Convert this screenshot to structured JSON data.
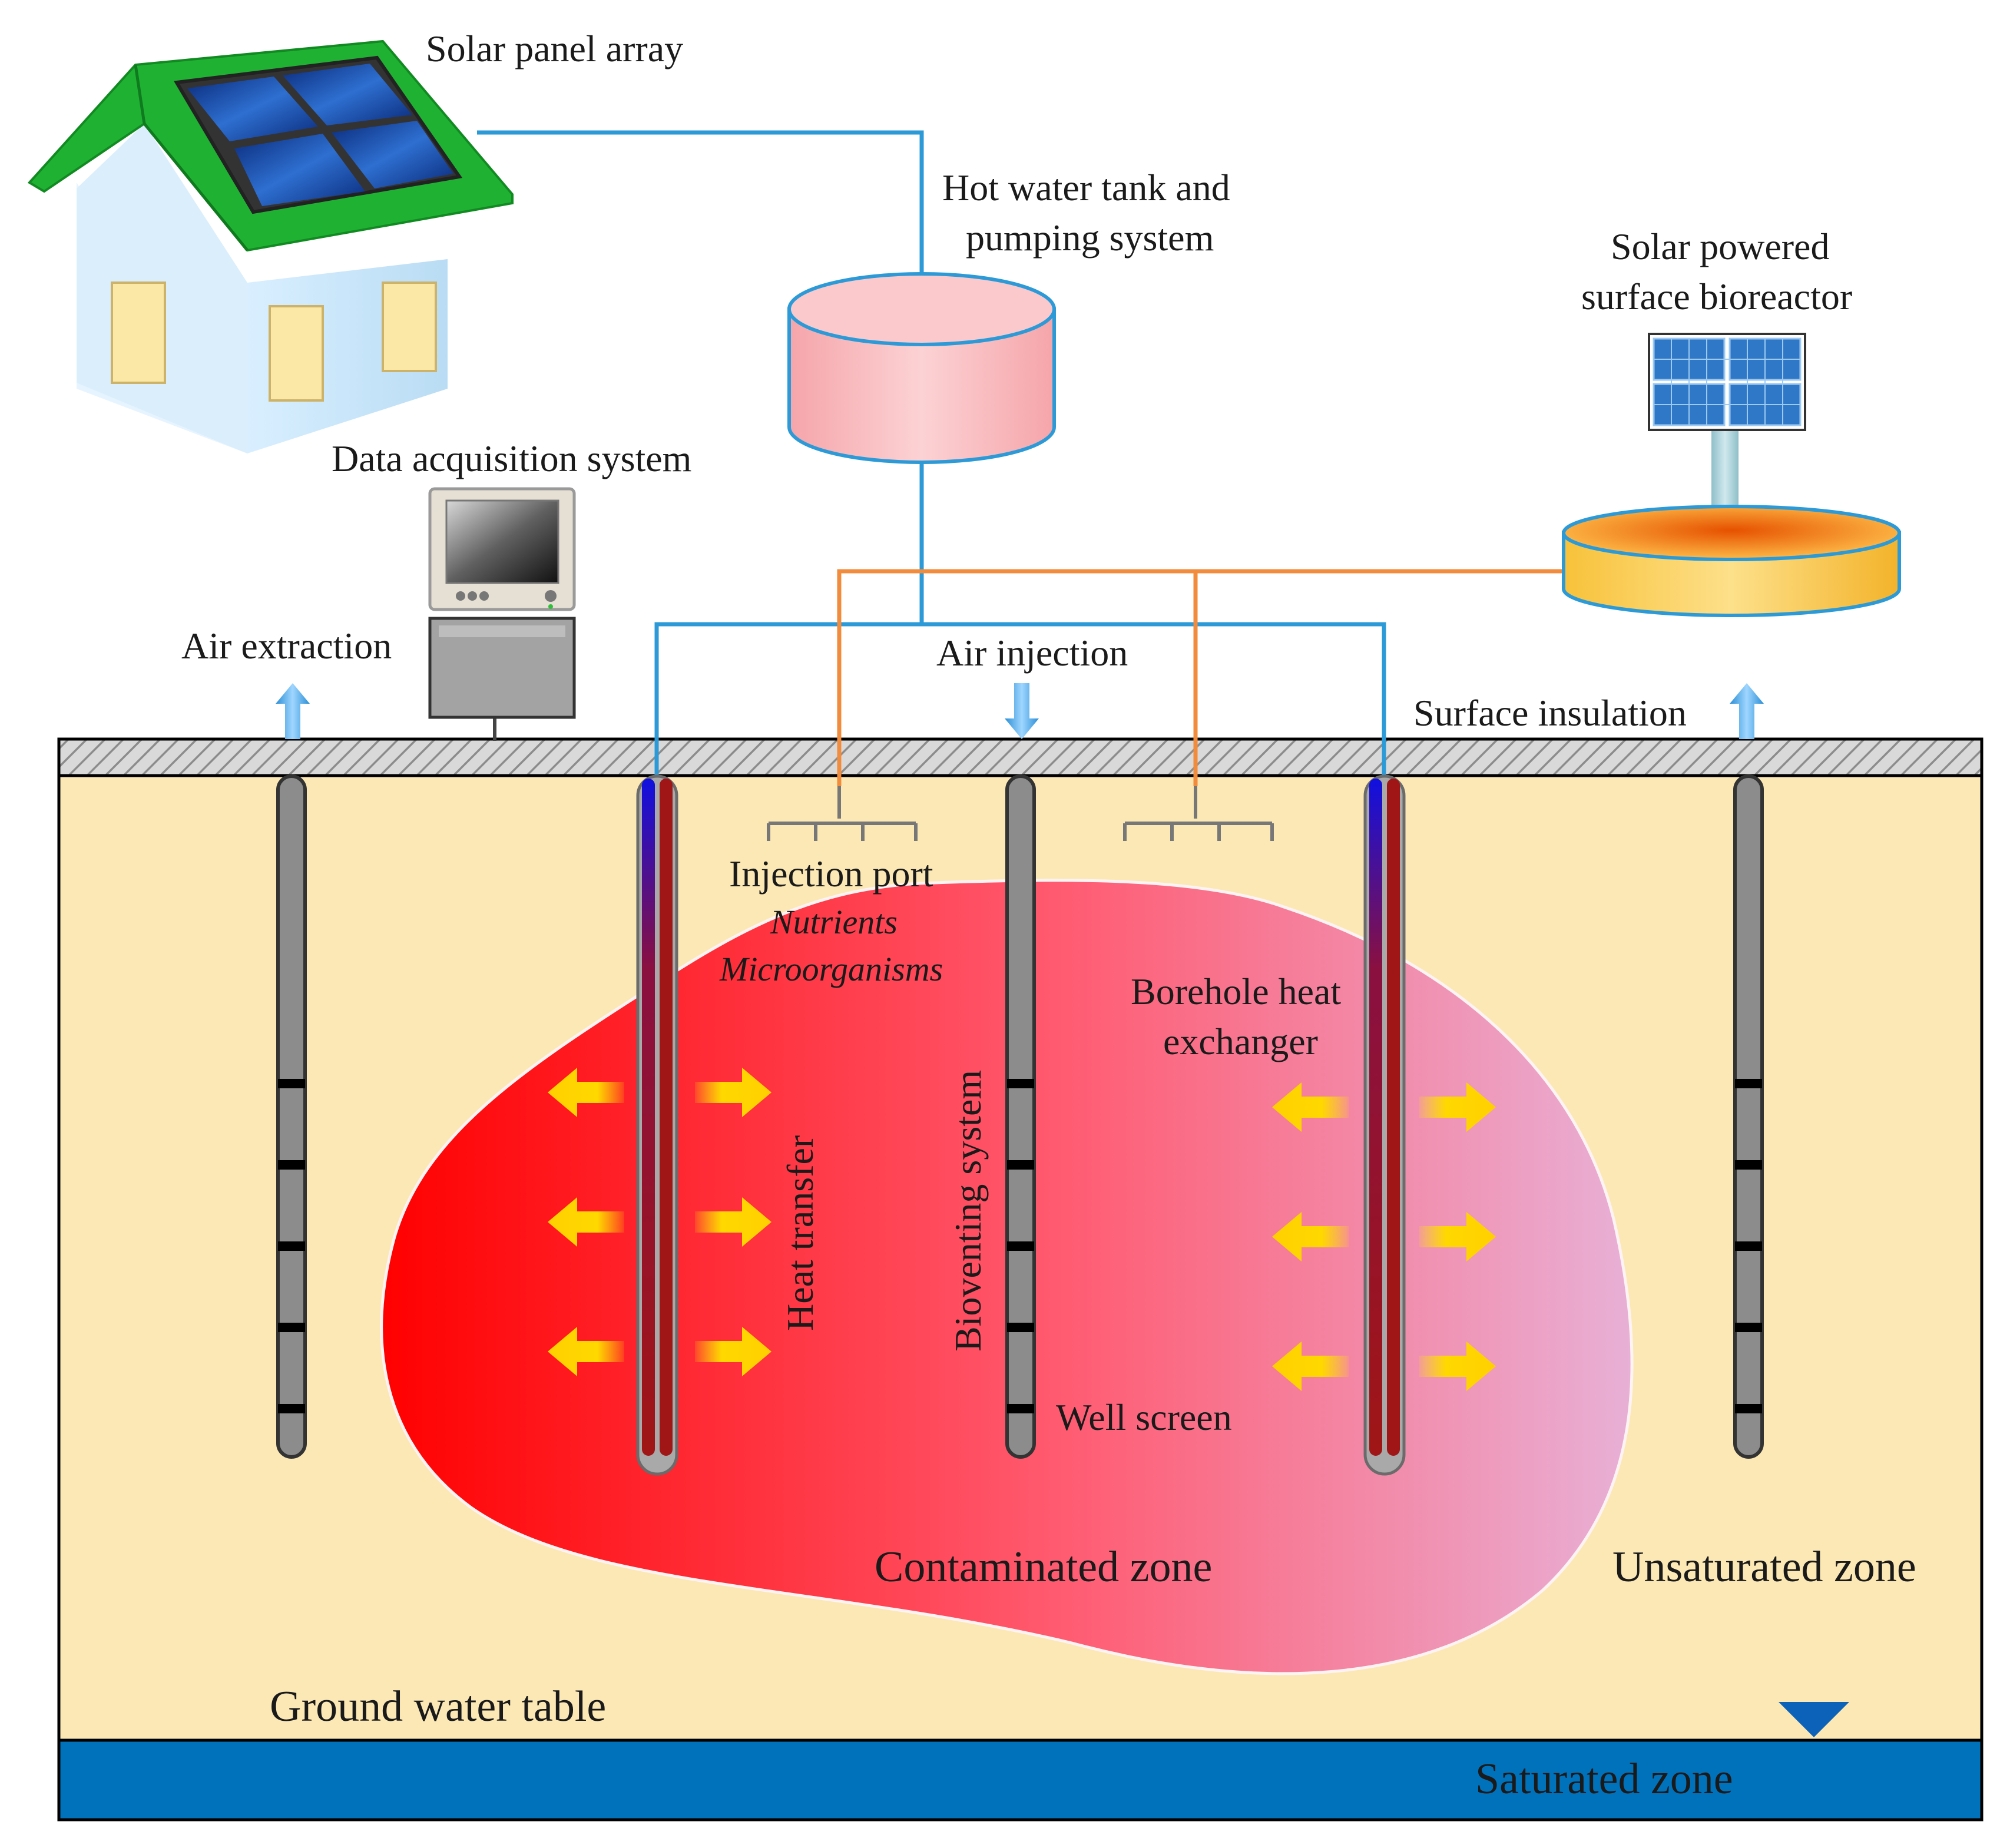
{
  "labels": {
    "solar_panel_array": "Solar panel array",
    "hot_water_tank_line1": "Hot water tank and",
    "hot_water_tank_line2": "pumping system",
    "bioreactor_line1": "Solar powered",
    "bioreactor_line2": "surface bioreactor",
    "data_acquisition": "Data acquisition system",
    "air_extraction": "Air extraction",
    "air_injection": "Air injection",
    "surface_insulation": "Surface insulation",
    "injection_port": "Injection port",
    "nutrients": "Nutrients",
    "microorganisms": "Microorganisms",
    "borehole_line1": "Borehole heat",
    "borehole_line2": "exchanger",
    "heat_transfer": "Heat transfer",
    "bioventing_system": "Bioventing system",
    "well_screen": "Well screen",
    "contaminated_zone": "Contaminated zone",
    "unsaturated_zone": "Unsaturated zone",
    "ground_water_table": "Ground water table",
    "saturated_zone": "Saturated zone"
  },
  "colors": {
    "soil": "#fce8b5",
    "saturated": "#0072bc",
    "plume_start": "#ff0000",
    "plume_end": "#e8b0d6",
    "water_line": "#2d9ad8",
    "nutrient_line": "#f38b3c",
    "roof": "#1fb232",
    "tank": "#f9b6b9",
    "bioreactor": "#f8c43c",
    "heat_arrow": "#ffd400"
  },
  "icons": {
    "air_arrow": "air-flow-arrow-icon",
    "heat_arrow": "heat-transfer-arrow-icon",
    "water_table": "water-table-triangle-icon"
  }
}
